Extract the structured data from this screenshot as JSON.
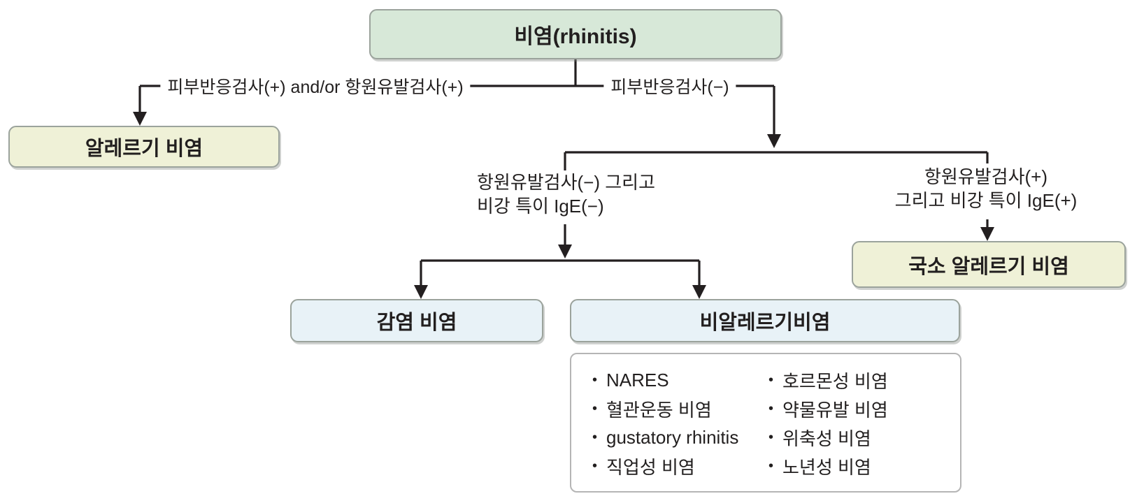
{
  "root": {
    "label": "비염(rhinitis)"
  },
  "edge_labels": {
    "skin_test_positive": "피부반응검사(+) and/or 항원유발검사(+)",
    "skin_test_negative": "피부반응검사(−)",
    "provocation_negative_line1": "항원유발검사(−) 그리고",
    "provocation_negative_line2": "비강 특이 IgE(−)",
    "provocation_positive_line1": "항원유발검사(+)",
    "provocation_positive_line2": "그리고 비강 특이 IgE(+)"
  },
  "nodes": {
    "allergic_rhinitis": "알레르기 비염",
    "local_allergic_rhinitis": "국소 알레르기 비염",
    "infectious_rhinitis": "감염 비염",
    "non_allergic_rhinitis": "비알레르기비염"
  },
  "non_allergic_list": {
    "bullet": "•",
    "left": [
      "NARES",
      "혈관운동 비염",
      "gustatory rhinitis",
      "직업성 비염"
    ],
    "right": [
      "호르몬성 비염",
      "약물유발 비염",
      "위축성 비염",
      "노년성 비염"
    ]
  },
  "colors": {
    "box-green": "#d7e8d8",
    "box-yellow": "#eff1d7",
    "box-blue": "#e8f2f7",
    "box-border": "#9ba39c",
    "list-border": "#b5b5b5",
    "line": "#231f20",
    "text": "#221f1f"
  }
}
